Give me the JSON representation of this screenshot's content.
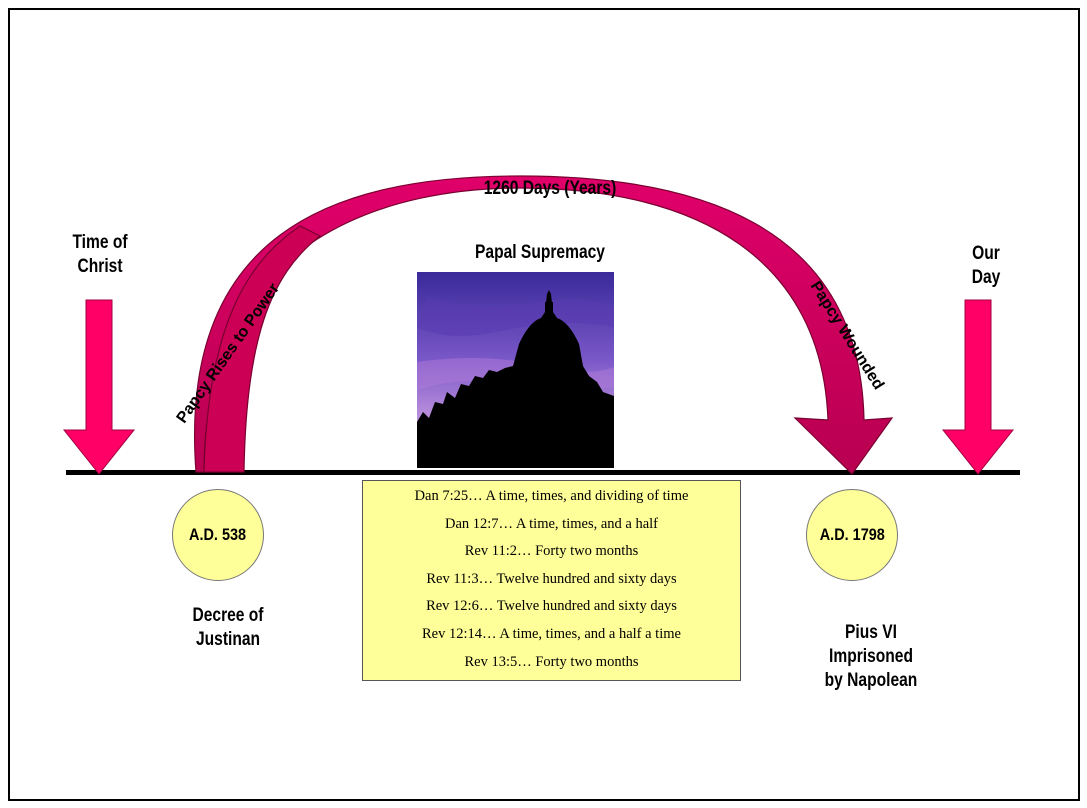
{
  "title": "1260 Days (Years)",
  "center_heading": "Papal Supremacy",
  "left_marker": {
    "line1": "Time of",
    "line2": "Christ"
  },
  "right_marker": {
    "line1": "Our",
    "line2": "Day"
  },
  "rise_label": "Papcy Rises to Power",
  "wound_label": "Papcy Wounded",
  "start_date": "A.D. 538",
  "end_date": "A.D. 1798",
  "start_event": {
    "line1": "Decree of",
    "line2": "Justinan"
  },
  "end_event": {
    "line1": "Pius VI",
    "line2": "Imprisoned",
    "line3": "by Napolean"
  },
  "verses": [
    "Dan 7:25… A time, times, and dividing of time",
    "Dan 12:7… A time, times, and a half",
    "Rev 11:2… Forty two months",
    "Rev 11:3… Twelve hundred and sixty days",
    "Rev 12:6… Twelve hundred and sixty days",
    "Rev 12:14… A time, times, and a half a time",
    "Rev 13:5… Forty two months"
  ],
  "colors": {
    "arrow": "#ff0066",
    "arch": "#cc0055",
    "yellow_fill": "#ffff99",
    "sky_top": "#3a2a9a",
    "sky_bottom": "#d8a8e8"
  }
}
